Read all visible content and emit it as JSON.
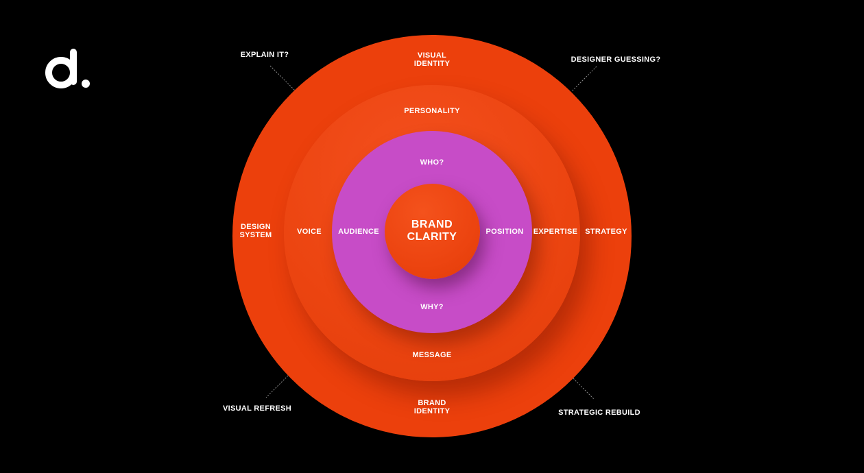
{
  "brand": {
    "logo": "d-dot-logo"
  },
  "colors": {
    "background": "#000000",
    "outer_ring": "#EC400C",
    "middle_ring": "#EC4511",
    "inner_ring": "#C74CC7",
    "core": "#EC4410",
    "text": "#FFFFFF"
  },
  "core": {
    "line1": "BRAND",
    "line2": "CLARITY"
  },
  "inner_ring": {
    "top": "WHO?",
    "bottom": "WHY?",
    "left": "AUDIENCE",
    "right": "POSITION"
  },
  "middle_ring": {
    "top": "PERSONALITY",
    "bottom": "MESSAGE",
    "left": "VOICE",
    "right": "EXPERTISE"
  },
  "outer_ring": {
    "top": {
      "line1": "VISUAL",
      "line2": "IDENTITY"
    },
    "bottom": {
      "line1": "BRAND",
      "line2": "IDENTITY"
    },
    "left": {
      "line1": "DESIGN",
      "line2": "SYSTEM"
    },
    "right": "STRATEGY"
  },
  "callouts": {
    "top_left": "EXPLAIN IT?",
    "top_right": "DESIGNER GUESSING?",
    "bottom_left": "VISUAL REFRESH",
    "bottom_right": "STRATEGIC REBUILD"
  }
}
